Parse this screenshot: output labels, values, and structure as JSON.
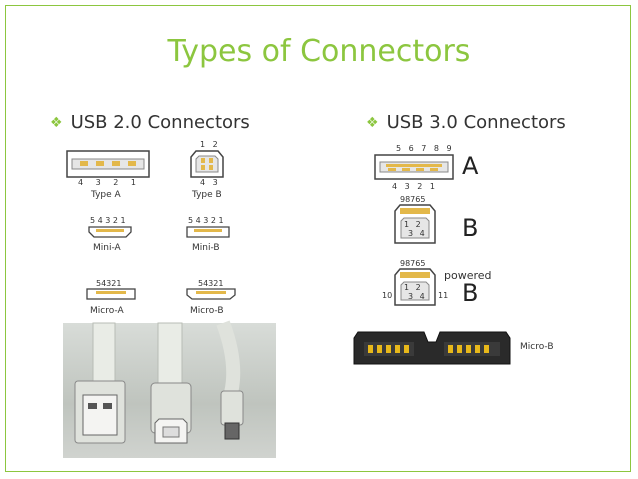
{
  "title": "Types of Connectors",
  "usb2": {
    "heading": "USB 2.0 Connectors",
    "type_a": {
      "label": "Type A",
      "pins": "4 3 2 1"
    },
    "type_b": {
      "label": "Type B",
      "pins_top": "1 2",
      "pins_bottom": "4 3"
    },
    "mini_a": {
      "label": "Mini-A",
      "pins": "5 4 3 2 1"
    },
    "mini_b": {
      "label": "Mini-B",
      "pins": "5 4 3 2 1"
    },
    "micro_a": {
      "label": "Micro-A",
      "pins": "54321"
    },
    "micro_b": {
      "label": "Micro-B",
      "pins": "54321"
    }
  },
  "usb3": {
    "heading": "USB 3.0 Connectors",
    "a": {
      "letter": "A",
      "pins_top": "5 6 7 8 9",
      "pins_bottom": "4 3 2 1"
    },
    "b": {
      "letter": "B",
      "pins_top": "98765",
      "pins_inner_top": "1 2",
      "pins_inner_bottom": "3 4"
    },
    "powered_b": {
      "letter": "B",
      "note": "powered",
      "pins_top": "98765",
      "pin_left": "10",
      "pin_right": "11",
      "pins_inner_top": "1 2",
      "pins_inner_bottom": "3 4"
    },
    "micro_b": {
      "label": "Micro-B"
    }
  },
  "colors": {
    "accent": "#8cc63f",
    "text": "#333333"
  }
}
